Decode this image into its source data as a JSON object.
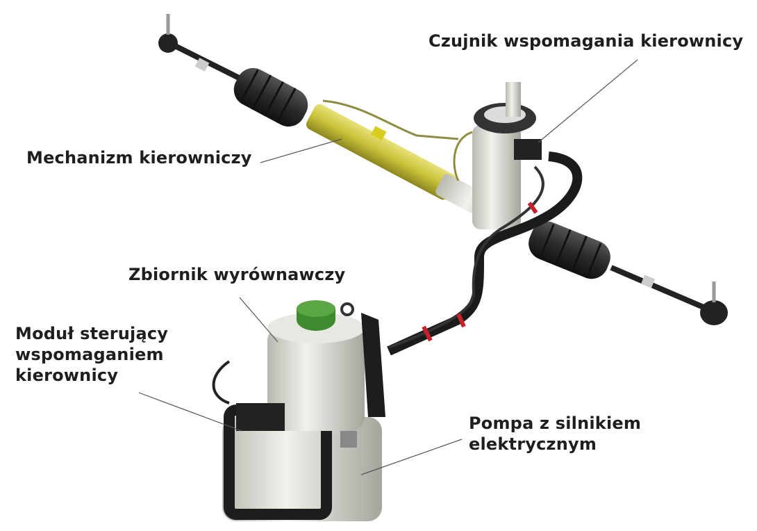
{
  "labels": {
    "sensor": "Czujnik wspomagania kierownicy",
    "rack": "Mechanizm kierowniczy",
    "reservoir": "Zbiornik wyrównawczy",
    "module_line1": "Moduł sterujący",
    "module_line2": "wspomaganiem",
    "module_line3": "kierownicy",
    "pump_line1": "Pompa z silnikiem",
    "pump_line2": "elektrycznym"
  },
  "colors": {
    "rack_tube": "#c9c23a",
    "boot": "#2c2c2c",
    "cap": "#3f8a2e",
    "hose_marker": "#c8202a"
  }
}
